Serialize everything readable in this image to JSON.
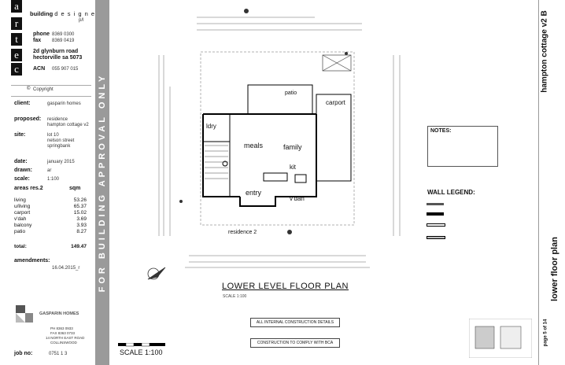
{
  "logo": {
    "letters": [
      "a",
      "r",
      "t",
      "e",
      "c"
    ]
  },
  "company": {
    "name": "building",
    "name2": "d e s i g n e r s",
    "sub": "p/l"
  },
  "contact": {
    "phone_label": "phone",
    "phone": "8369 0300",
    "fax_label": "fax",
    "fax": "8369 0419",
    "addr1": "2d glynburn road",
    "addr2": "hectorville sa 5073",
    "acn_label": "ACN",
    "acn": "055 907 015",
    "copyright": "Copyright"
  },
  "project": {
    "client_label": "client:",
    "client": "gasparin homes",
    "proposed_label": "proposed:",
    "proposed1": "residence",
    "proposed2": "hampton cottage v2",
    "site_label": "site:",
    "site1": "lot 10",
    "site2": "nelson street",
    "site3": "springbank",
    "date_label": "date:",
    "date": "january 2015",
    "drawn_label": "drawn:",
    "drawn": "ar",
    "scale_label": "scale:",
    "scale": "1:100"
  },
  "areas": {
    "heading": "areas res.2",
    "unit": "sqm",
    "rows": [
      {
        "name": "living",
        "value": "53.26"
      },
      {
        "name": "u/living",
        "value": "65.37"
      },
      {
        "name": "carport",
        "value": "15.02"
      },
      {
        "name": "v'dah",
        "value": "3.69"
      },
      {
        "name": "balcony",
        "value": "3.93"
      },
      {
        "name": "patio",
        "value": "8.27"
      }
    ],
    "total_label": "total:",
    "total": "149.47"
  },
  "amendments": {
    "label": "amendments:",
    "entry": "16.04.2015_r"
  },
  "builder": {
    "name": "GASPARIN HOMES",
    "l1": "PH 8363 0933",
    "l2": "FAX 8363 0733",
    "l3": "14 NORTH EAST ROAD",
    "l4": "COLLINSWOOD"
  },
  "job": {
    "label": "job no:",
    "value": "0751 1 3"
  },
  "band_text": "FOR BUILDING APPROVAL ONLY",
  "right": {
    "title": "hampton cottage v2 B",
    "sheet": "lower floor plan",
    "page": "page 5 of 14"
  },
  "plan": {
    "title": "LOWER LEVEL FLOOR PLAN",
    "scale_small": "SCALE 1:100",
    "scale_big": "SCALE 1:100",
    "rooms": {
      "patio": "patio",
      "carport": "carport",
      "ldry": "ldry",
      "meals": "meals",
      "family": "family",
      "kit": "kit",
      "entry": "entry",
      "vdah": "v'dah",
      "residence": "residence 2"
    }
  },
  "notes": {
    "title": "NOTES:"
  },
  "legend": {
    "title": "WALL LEGEND:"
  },
  "boxes": {
    "b1": "ALL INTERNAL CONSTRUCTION DETAILS",
    "b2": "CONSTRUCTION TO COMPLY WITH BCA"
  }
}
